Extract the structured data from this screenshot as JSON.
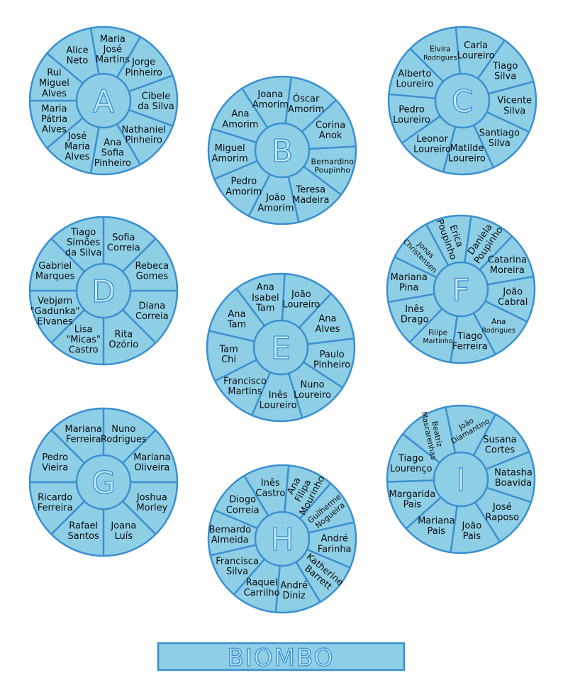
{
  "colors": {
    "fill": "#8ecfe6",
    "stroke": "#3a8fd0",
    "label_fill": "#c8e8f5",
    "text": "#0d0d0d"
  },
  "stage_label": "BIOMBO",
  "tables": [
    {
      "letter": "A",
      "seats": [
        {
          "lines": [
            "Maria",
            "José",
            "Martins"
          ]
        },
        {
          "lines": [
            "Jorge",
            "Pinheiro"
          ]
        },
        {
          "lines": [
            "Cibele",
            "da Silva"
          ]
        },
        {
          "lines": [
            "Nathaniel",
            "Pinheiro"
          ]
        },
        {
          "lines": [
            "Ana",
            "Sofia",
            "Pinheiro"
          ]
        },
        {
          "lines": [
            "José",
            "Maria",
            "Alves"
          ]
        },
        {
          "lines": [
            "Maria",
            "Pátria",
            "Alves"
          ]
        },
        {
          "lines": [
            "Rui",
            "Miguel",
            "Alves"
          ]
        },
        {
          "lines": [
            "Alice",
            "Neto"
          ]
        }
      ]
    },
    {
      "letter": "B",
      "seats": [
        {
          "lines": [
            "Óscar",
            "Amorim"
          ]
        },
        {
          "lines": [
            "Corina",
            "Anok"
          ]
        },
        {
          "lines": [
            "Bernardino",
            "Poupinho"
          ],
          "small": true
        },
        {
          "lines": [
            "Teresa",
            "Madeira"
          ]
        },
        {
          "lines": [
            "João",
            "Amorim"
          ]
        },
        {
          "lines": [
            "Pedro",
            "Amorim"
          ]
        },
        {
          "lines": [
            "Miguel",
            "Amorim"
          ]
        },
        {
          "lines": [
            "Ana",
            "Amorim"
          ]
        },
        {
          "lines": [
            "Joana",
            "Amorim"
          ]
        }
      ]
    },
    {
      "letter": "C",
      "seats": [
        {
          "lines": [
            "Carla",
            "Loureiro"
          ]
        },
        {
          "lines": [
            "Tiago",
            "Silva"
          ]
        },
        {
          "lines": [
            "Vicente",
            "Silva"
          ]
        },
        {
          "lines": [
            "Santiago",
            "Silva"
          ]
        },
        {
          "lines": [
            "Matilde",
            "Loureiro"
          ]
        },
        {
          "lines": [
            "Leonor",
            "Loureiro"
          ]
        },
        {
          "lines": [
            "Pedro",
            "Loureiro"
          ]
        },
        {
          "lines": [
            "Alberto",
            "Loureiro"
          ]
        },
        {
          "lines": [
            "Elvira",
            "Rodrigues"
          ],
          "small2": true
        }
      ]
    },
    {
      "letter": "D",
      "seats": [
        {
          "lines": [
            "Sofia",
            "Correia"
          ]
        },
        {
          "lines": [
            "Rebeca",
            "Gomes"
          ]
        },
        {
          "lines": [
            "Diana",
            "Correia"
          ]
        },
        {
          "lines": [
            "Rita",
            "Ozório"
          ]
        },
        {
          "lines": [
            "Lisa",
            "\"Micas\"",
            "Castro"
          ]
        },
        {
          "lines": [
            "Vebjørn",
            "\"Gadunka\"",
            "Elvanes"
          ]
        },
        {
          "lines": [
            "Gabriel",
            "Marques"
          ]
        },
        {
          "lines": [
            "Tiago",
            "Simões",
            "da Silva"
          ]
        }
      ]
    },
    {
      "letter": "E",
      "seats": [
        {
          "lines": [
            "João",
            "Loureiro"
          ]
        },
        {
          "lines": [
            "Ana",
            "Alves"
          ]
        },
        {
          "lines": [
            "Paulo",
            "Pinheiro"
          ]
        },
        {
          "lines": [
            "Nuno",
            "Loureiro"
          ]
        },
        {
          "lines": [
            "Inês",
            "Loureiro"
          ]
        },
        {
          "lines": [
            "Francisco",
            "Martins"
          ]
        },
        {
          "lines": [
            "Tam",
            "Chi"
          ]
        },
        {
          "lines": [
            "Ana",
            "Tam"
          ]
        },
        {
          "lines": [
            "Ana",
            "Isabel",
            "Tam"
          ]
        }
      ]
    },
    {
      "letter": "F",
      "seats": [
        {
          "lines": [
            "Daniela",
            "Poupinho"
          ],
          "rotate": -55
        },
        {
          "lines": [
            "Catarina",
            "Moreira"
          ]
        },
        {
          "lines": [
            "João",
            "Cabral"
          ]
        },
        {
          "lines": [
            "Ana",
            "Rodrigues"
          ],
          "small2": true
        },
        {
          "lines": [
            "Tiago",
            "Ferreira"
          ]
        },
        {
          "lines": [
            "Filipe",
            "Martinho"
          ],
          "small2": true
        },
        {
          "lines": [
            "Inês",
            "Drago"
          ]
        },
        {
          "lines": [
            "Mariana",
            "Pina"
          ]
        },
        {
          "lines": [
            "Jonas",
            "Christensen"
          ],
          "rotate": 45,
          "small2": true
        },
        {
          "lines": [
            "Erica",
            "Poupinho"
          ],
          "rotate": 70
        }
      ]
    },
    {
      "letter": "G",
      "seats": [
        {
          "lines": [
            "Nuno",
            "Rodrigues"
          ]
        },
        {
          "lines": [
            "Mariana",
            "Oliveira"
          ]
        },
        {
          "lines": [
            "Joshua",
            "Morley"
          ]
        },
        {
          "lines": [
            "Joana",
            "Luís"
          ]
        },
        {
          "lines": [
            "Rafael",
            "Santos"
          ]
        },
        {
          "lines": [
            "Ricardo",
            "Ferreira"
          ]
        },
        {
          "lines": [
            "Pedro",
            "Vieira"
          ]
        },
        {
          "lines": [
            "Mariana",
            "Ferreira"
          ]
        }
      ]
    },
    {
      "letter": "H",
      "seats": [
        {
          "lines": [
            "Ana",
            "Filipa",
            "Mourinho"
          ],
          "rotate": -62
        },
        {
          "lines": [
            "Guilherme",
            "Nogueira"
          ],
          "rotate": -40,
          "small": true
        },
        {
          "lines": [
            "André",
            "Farinha"
          ]
        },
        {
          "lines": [
            "Katherine",
            "Barrett"
          ],
          "rotate": 40
        },
        {
          "lines": [
            "André",
            "Diniz"
          ]
        },
        {
          "lines": [
            "Raquel",
            "Carrilho"
          ]
        },
        {
          "lines": [
            "Francisca",
            "Silva"
          ]
        },
        {
          "lines": [
            "Bernardo",
            "Almeida"
          ]
        },
        {
          "lines": [
            "Diogo",
            "Correia"
          ]
        },
        {
          "lines": [
            "Inês",
            "Castro"
          ]
        }
      ]
    },
    {
      "letter": "I",
      "seats": [
        {
          "lines": [
            "João",
            "Diamantino"
          ],
          "rotate": -30,
          "small2": true
        },
        {
          "lines": [
            "Susana",
            "Cortes"
          ]
        },
        {
          "lines": [
            "Natasha",
            "Boavida"
          ]
        },
        {
          "lines": [
            "José",
            "Raposo"
          ]
        },
        {
          "lines": [
            "João",
            "Pais"
          ]
        },
        {
          "lines": [
            "Mariana",
            "Pais"
          ]
        },
        {
          "lines": [
            "Margarida",
            "Pais"
          ]
        },
        {
          "lines": [
            "Tiago",
            "Lourenço"
          ]
        },
        {
          "lines": [
            "Beatriz",
            "Mascarenhas"
          ],
          "rotate": 78,
          "small2": true
        }
      ]
    }
  ]
}
